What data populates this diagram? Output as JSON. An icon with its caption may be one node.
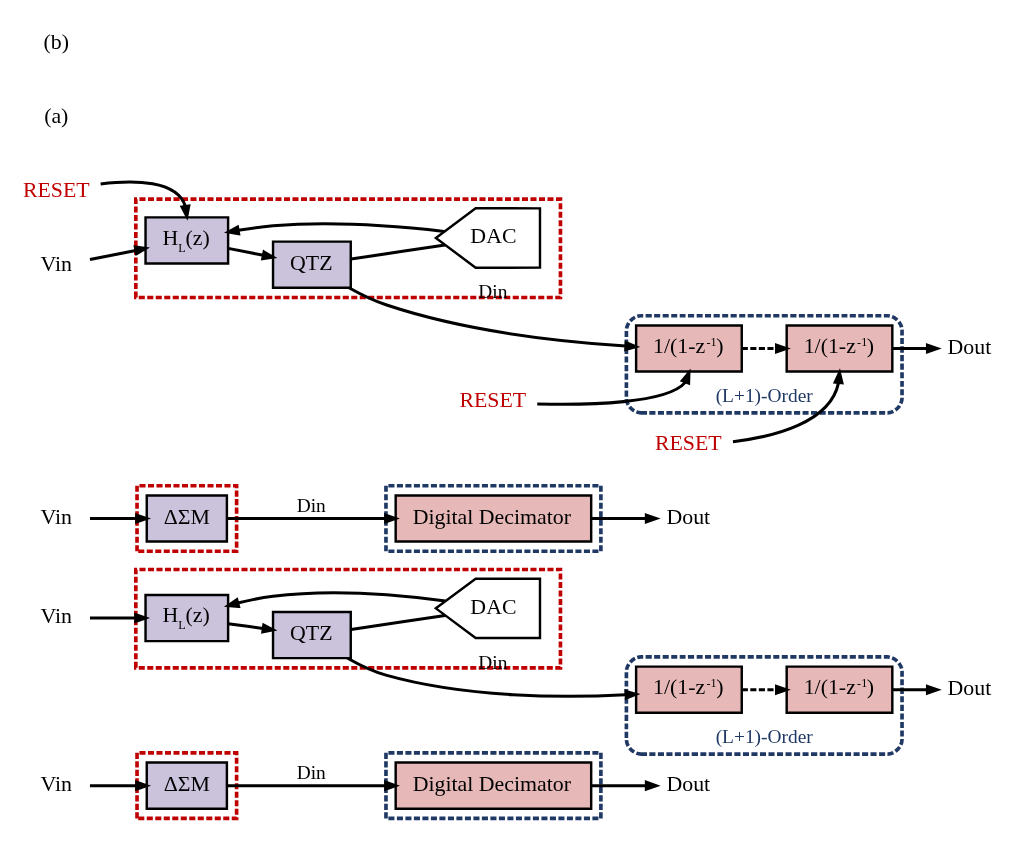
{
  "diagram": {
    "nodes": [
      {
        "text": [
          "Vin"
        ]
      },
      {
        "text": [],
        "shape": "box"
      },
      {
        "text": [
          "ΔΣM"
        ],
        "in": 1
      },
      {
        "text": [],
        "shape": "box"
      },
      {
        "text": [
          "Digital Decimator"
        ],
        "in": 3
      },
      {
        "text": [
          "Dout"
        ]
      },
      {
        "text": [
          "Vin"
        ]
      },
      {
        "text": [],
        "shape": "box"
      },
      {
        "text": [
          "H$_{L}$(z)"
        ],
        "in": 7
      },
      {
        "text": [
          "QTZ"
        ],
        "in": 7
      },
      {
        "text": [
          "DAC"
        ],
        "in": 7
      },
      {
        "text": [
          "(L+1)-Order"
        ]
      },
      {
        "text": [
          "1/(1-z$^{-1}$)"
        ],
        "in": 11
      },
      {
        "text": [
          "1/(1-z$^{-1}$)"
        ],
        "in": 11
      },
      {
        "text": [
          "Dout"
        ]
      },
      {
        "text": [
          "Vin"
        ]
      },
      {
        "text": [],
        "shape": "box"
      },
      {
        "text": [
          "ΔΣM"
        ],
        "in": 16
      },
      {
        "text": [],
        "shape": "box"
      },
      {
        "text": [
          "Digital Decimator"
        ],
        "in": 18
      },
      {
        "text": [
          "Dout"
        ]
      },
      {
        "text": [
          "RESET"
        ]
      },
      {
        "text": [
          "Vin"
        ]
      },
      {
        "text": [],
        "shape": "box"
      },
      {
        "text": [
          "H$_{L}$(z)"
        ],
        "in": 23
      },
      {
        "text": [
          "QTZ"
        ],
        "in": 23
      },
      {
        "text": [
          "DAC"
        ],
        "in": 23
      },
      {
        "text": [
          "(L+1)-Order"
        ]
      },
      {
        "text": [
          "1/(1-z$^{-1}$)"
        ],
        "in": 27
      },
      {
        "text": [
          "1/(1-z$^{-1}$)"
        ],
        "in": 27
      },
      {
        "text": [
          "Dout"
        ]
      },
      {
        "text": [
          "RESET"
        ]
      },
      {
        "text": [
          "RESET"
        ]
      }
    ],
    "edges": [
      {
        "from": 0,
        "to": 2,
        "arrow": "to"
      },
      {
        "from": 2,
        "to": 4,
        "arrow": "to",
        "label": "Din"
      },
      {
        "from": 4,
        "to": 5,
        "arrow": "to"
      },
      {
        "from": 6,
        "to": 8,
        "arrow": "to"
      },
      {
        "from": 8,
        "to": 9,
        "arrow": "to"
      },
      {
        "from": 9,
        "to": 12,
        "arrow": "to",
        "label": "Din"
      },
      {
        "from": 9,
        "to": 10,
        "arrow": "none"
      },
      {
        "from": 10,
        "to": 8,
        "arrow": "to"
      },
      {
        "from": 12,
        "to": 13,
        "arrow": "to",
        "style": "dashed"
      },
      {
        "from": 13,
        "to": 14,
        "arrow": "to"
      },
      {
        "from": 15,
        "to": 17,
        "arrow": "to"
      },
      {
        "from": 17,
        "to": 19,
        "arrow": "to",
        "label": "Din"
      },
      {
        "from": 19,
        "to": 20,
        "arrow": "to"
      },
      {
        "from": 21,
        "to": 24,
        "arrow": "to"
      },
      {
        "from": 22,
        "to": 24,
        "arrow": "to"
      },
      {
        "from": 24,
        "to": 25,
        "arrow": "to"
      },
      {
        "from": 25,
        "to": 28,
        "arrow": "to",
        "label": "Din"
      },
      {
        "from": 25,
        "to": 26,
        "arrow": "none"
      },
      {
        "from": 26,
        "to": 24,
        "arrow": "to"
      },
      {
        "from": 28,
        "to": 29,
        "arrow": "to",
        "style": "dashed"
      },
      {
        "from": 29,
        "to": 30,
        "arrow": "to"
      },
      {
        "from": 31,
        "to": 28,
        "arrow": "to"
      },
      {
        "from": 32,
        "to": 29,
        "arrow": "to"
      }
    ],
    "labels": [
      "(a)",
      "(b)"
    ]
  }
}
